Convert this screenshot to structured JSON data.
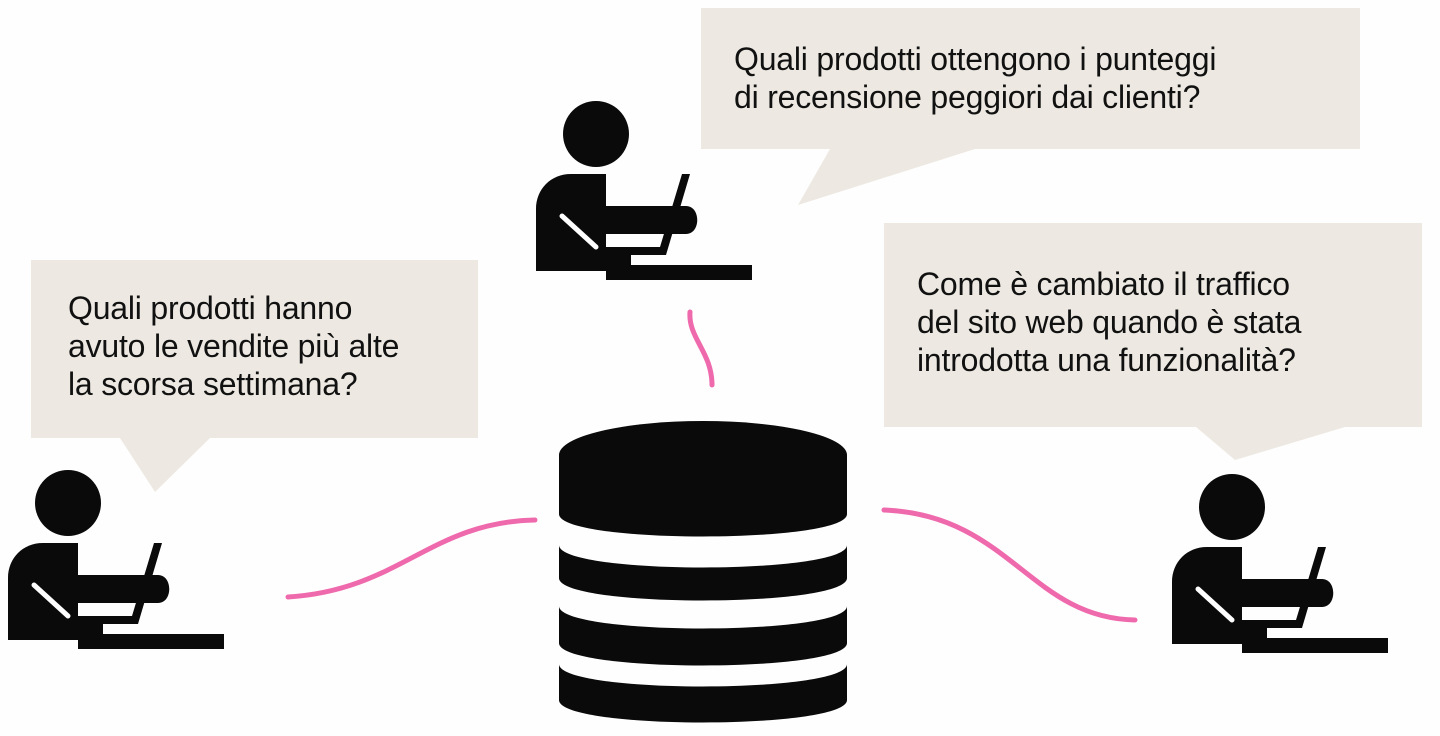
{
  "colors": {
    "bubble": "#ede9e2",
    "figure": "#0a0a0a",
    "connector": "#ef6aad",
    "background": "#fefefe"
  },
  "icons": {
    "users": "user-at-laptop-icon",
    "database": "database-icon"
  },
  "questions": {
    "left": {
      "lines": [
        "Quali prodotti hanno",
        "avuto le vendite più alte",
        "la scorsa settimana?"
      ]
    },
    "top": {
      "lines": [
        "Quali prodotti ottengono i punteggi",
        "di recensione peggiori dai clienti?"
      ]
    },
    "right": {
      "lines": [
        "Come è cambiato il traffico",
        "del sito web quando è stata",
        "introdotta una funzionalità?"
      ]
    }
  }
}
